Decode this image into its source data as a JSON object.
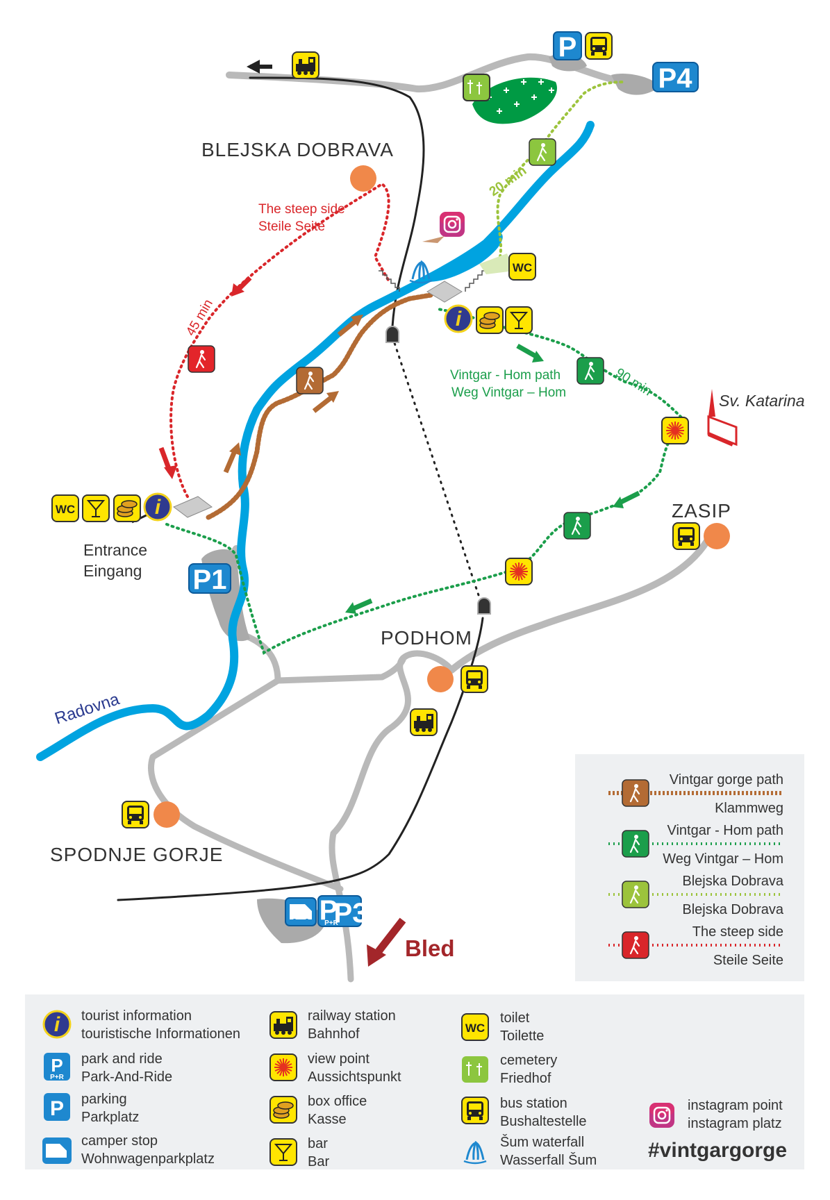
{
  "places": {
    "blejska_dobrava": "BLEJSKA DOBRAVA",
    "zasip": "ZASIP",
    "podhom": "PODHOM",
    "spodnje_gorje": "SPODNJE GORJE",
    "sv_katarina": "Sv. Katarina",
    "bled": "Bled",
    "radovna": "Radovna"
  },
  "map_labels": {
    "steep_side_en": "The steep side",
    "steep_side_de": "Steile Seite",
    "time_45": "45 min",
    "time_20": "20 min",
    "time_90": "90 min",
    "hom_path_en": "Vintgar - Hom path",
    "hom_path_de": "Weg Vintgar – Hom",
    "entrance_en": "Entrance",
    "entrance_de": "Eingang",
    "wc": "WC"
  },
  "parking": {
    "p1": "P1",
    "p3": "P3",
    "p4": "P4",
    "p": "P",
    "pr": "P+R"
  },
  "route_legend": [
    {
      "en": "Vintgar gorge path",
      "de": "Klammweg",
      "color": "#b36b34"
    },
    {
      "en": "Vintgar - Hom path",
      "de": "Weg Vintgar – Hom",
      "color": "#1b9e4b"
    },
    {
      "en": "Blejska Dobrava",
      "de": "Blejska Dobrava",
      "color": "#9cc33c"
    },
    {
      "en": "The steep side",
      "de": "Steile Seite",
      "color": "#d9262a"
    }
  ],
  "legend": [
    {
      "icon": "info-icon",
      "en": "tourist information",
      "de": "touristische Informationen"
    },
    {
      "icon": "park-ride-icon",
      "en": "park and ride",
      "de": "Park-And-Ride"
    },
    {
      "icon": "parking-icon",
      "en": "parking",
      "de": "Parkplatz"
    },
    {
      "icon": "camper-icon",
      "en": "camper stop",
      "de": "Wohnwagenparkplatz"
    },
    {
      "icon": "train-icon",
      "en": "railway station",
      "de": "Bahnhof"
    },
    {
      "icon": "viewpoint-icon",
      "en": "view point",
      "de": "Aussichtspunkt"
    },
    {
      "icon": "box-office-icon",
      "en": "box office",
      "de": "Kasse"
    },
    {
      "icon": "bar-icon",
      "en": "bar",
      "de": "Bar"
    },
    {
      "icon": "toilet-icon",
      "en": "toilet",
      "de": "Toilette"
    },
    {
      "icon": "cemetery-icon",
      "en": "cemetery",
      "de": "Friedhof"
    },
    {
      "icon": "bus-icon",
      "en": "bus station",
      "de": "Bushaltestelle"
    },
    {
      "icon": "waterfall-icon",
      "en": "Šum waterfall",
      "de": "Wasserfall Šum"
    },
    {
      "icon": "instagram-icon",
      "en": "instagram point",
      "de": "instagram platz"
    }
  ],
  "hashtag": "#vintgargorge",
  "colors": {
    "river": "#00a3e0",
    "road": "#b9b9b9",
    "gorge_path": "#b36b34",
    "hom_path": "#1b9e4b",
    "dobrava_path": "#9cc33c",
    "steep_path": "#d9262a",
    "icon_yellow": "#ffe500",
    "parking_blue": "#1e88cf",
    "village_orange": "#f0884a"
  }
}
